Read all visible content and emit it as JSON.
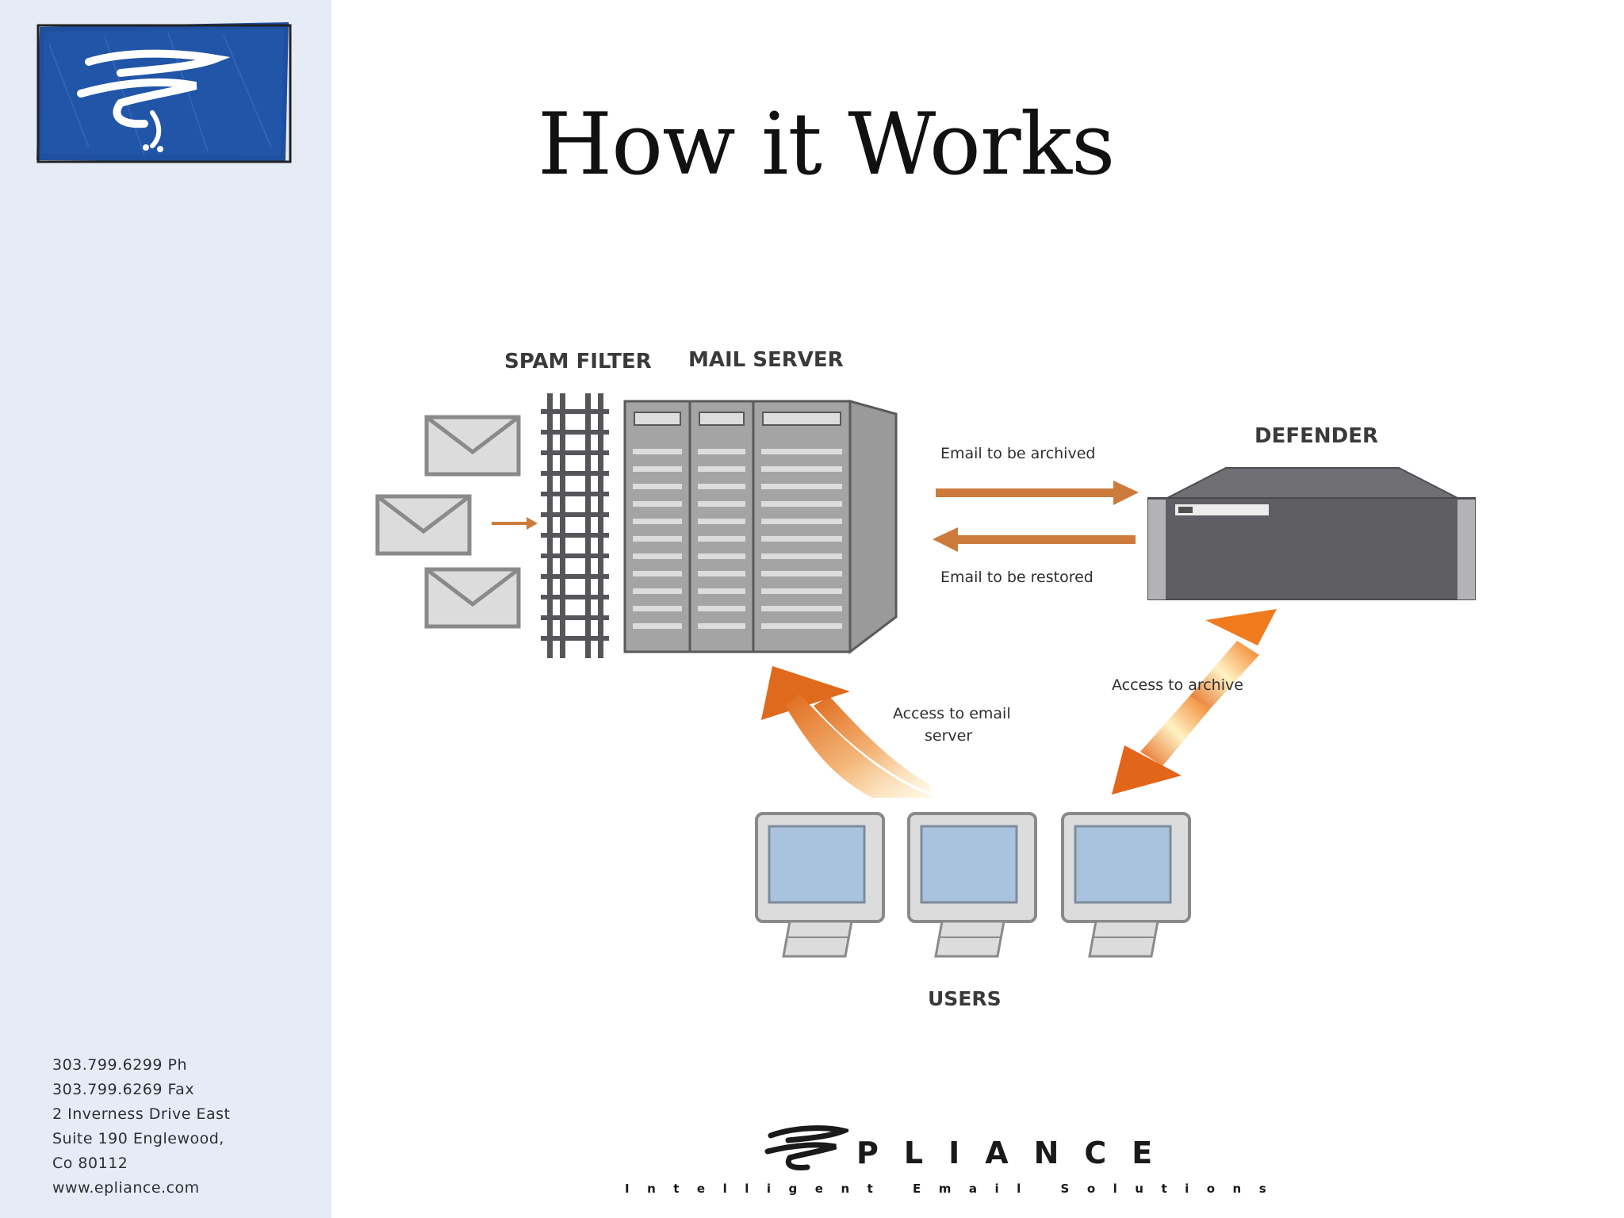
{
  "slide": {
    "title": "How it Works"
  },
  "sidebar": {
    "contact": {
      "phone": "303.799.6299 Ph",
      "fax": "303.799.6269 Fax",
      "address_line1": "2  Inverness Drive East",
      "address_line2": "Suite 190 Englewood,",
      "address_line3": "Co 80112",
      "website": "www.epliance.com"
    }
  },
  "diagram": {
    "labels": {
      "spam_filter": "SPAM FILTER",
      "mail_server": "MAIL SERVER",
      "defender": "DEFENDER",
      "users": "USERS",
      "email_archived": "Email to be archived",
      "email_restored": "Email  to be restored",
      "access_archive": "Access to archive",
      "access_email_line1": "Access to email",
      "access_email_line2": "server"
    },
    "icons": [
      "envelope-icon",
      "spam-filter-grid",
      "mail-server-icon",
      "defender-appliance-icon",
      "user-monitor-icon",
      "arrow-icon"
    ],
    "colors": {
      "arrow_orange": "#cc7b3c",
      "gradient_dark": "#e06a1c",
      "gradient_light": "#fff6d0",
      "server_gray": "#8f8f8f",
      "defender_dark": "#636366",
      "screen_blue": "#a9c3de"
    }
  },
  "footer": {
    "brand": "PLIANCE",
    "tagline": "Intelligent Email Solutions"
  }
}
